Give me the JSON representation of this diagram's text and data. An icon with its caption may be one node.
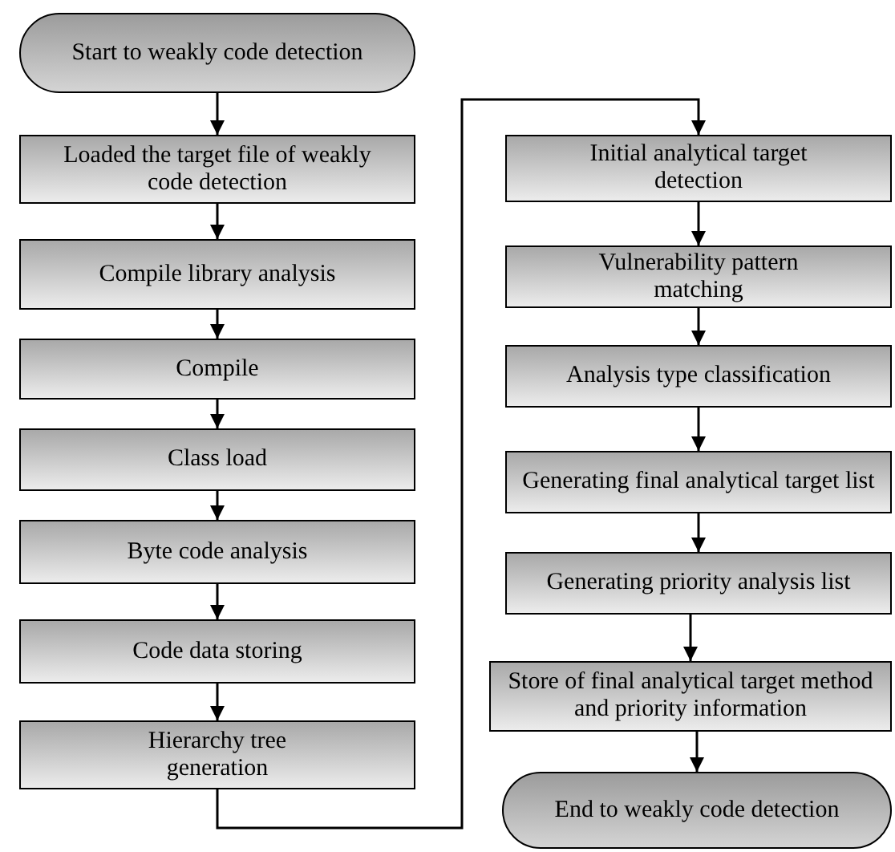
{
  "diagram": {
    "nodes": [
      {
        "text": [
          "Start to weakly code detection"
        ]
      },
      {
        "text": [
          "Loaded the target file of weakly code detection"
        ]
      },
      {
        "text": [
          "Compile library analysis"
        ]
      },
      {
        "text": [
          "Compile"
        ]
      },
      {
        "text": [
          "Class load"
        ]
      },
      {
        "text": [
          "Byte code analysis"
        ]
      },
      {
        "text": [
          "Code data storing"
        ]
      },
      {
        "text": [
          "Hierarchy tree generation"
        ]
      },
      {
        "text": [
          "Initial analytical target detection"
        ]
      },
      {
        "text": [
          "Vulnerability pattern matching"
        ]
      },
      {
        "text": [
          "Analysis type classification"
        ]
      },
      {
        "text": [
          "Generating final analytical target list"
        ]
      },
      {
        "text": [
          "Generating priority analysis list"
        ]
      },
      {
        "text": [
          "Store of final analytical target method and priority information"
        ]
      },
      {
        "text": [
          "End to weakly code detection"
        ]
      }
    ],
    "edges": [
      {
        "from": 0,
        "to": 1,
        "arrow": "to"
      },
      {
        "from": 1,
        "to": 2,
        "arrow": "to"
      },
      {
        "from": 2,
        "to": 3,
        "arrow": "to"
      },
      {
        "from": 3,
        "to": 4,
        "arrow": "to"
      },
      {
        "from": 4,
        "to": 5,
        "arrow": "to"
      },
      {
        "from": 5,
        "to": 6,
        "arrow": "to"
      },
      {
        "from": 6,
        "to": 7,
        "arrow": "to"
      },
      {
        "from": 7,
        "to": 8,
        "arrow": "to"
      },
      {
        "from": 8,
        "to": 9,
        "arrow": "to"
      },
      {
        "from": 9,
        "to": 10,
        "arrow": "to"
      },
      {
        "from": 10,
        "to": 11,
        "arrow": "to"
      },
      {
        "from": 11,
        "to": 12,
        "arrow": "to"
      },
      {
        "from": 12,
        "to": 13,
        "arrow": "to"
      },
      {
        "from": 13,
        "to": 14,
        "arrow": "to"
      }
    ]
  }
}
